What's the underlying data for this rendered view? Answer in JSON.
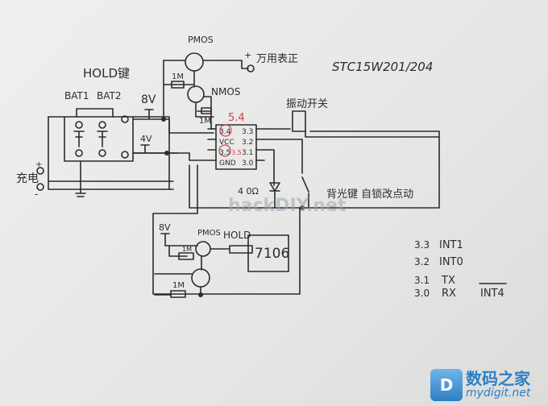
{
  "title": "STC15W201/204",
  "labels": {
    "pmos_top": "PMOS",
    "meter_positive": "万用表正",
    "hold_key": "HOLD键",
    "bat1": "BAT1",
    "bat2": "BAT2",
    "v8": "8V",
    "v4": "4V",
    "r1m_a": "1M",
    "nmos": "NMOS",
    "r1m_b": "1M",
    "red_54": "5.4",
    "vibration_switch": "振动开关",
    "charge": "充电",
    "plus": "+",
    "minus": "-",
    "r40": "4 0Ω",
    "backlight_key": "背光键 自锁改点动",
    "v8_b": "8V",
    "pmos_bottom": "PMOS",
    "hold": "HOLD",
    "chip7106": "7106",
    "r1m_c": "1M",
    "r1m_d": "1M"
  },
  "chip": {
    "left_pins": [
      "3.4",
      "VCC",
      "3.5",
      "GND"
    ],
    "right_pins": [
      "3.3",
      "3.2",
      "3.1",
      "3.0"
    ],
    "red_35": "3.5"
  },
  "pin_table": [
    {
      "pin": "3.3",
      "func": "INT1"
    },
    {
      "pin": "3.2",
      "func": "INT0"
    },
    {
      "pin": "3.1",
      "func": "TX"
    },
    {
      "pin": "3.0",
      "func": "RX",
      "extra": "INT4"
    }
  ],
  "watermarks": {
    "hackdiy": "hackDIY.net",
    "logo_cn": "数码之家",
    "logo_en": "mydigit.net",
    "logo_letter": "D"
  },
  "colors": {
    "ink": "#2b2b30",
    "red_ink": "#d8404a",
    "logo_blue": "#2d7fc4"
  }
}
